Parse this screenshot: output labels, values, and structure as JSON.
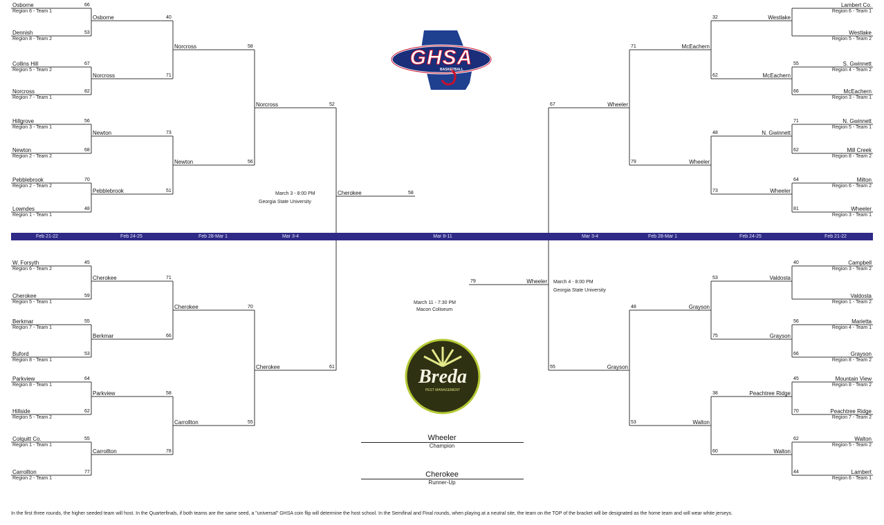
{
  "dates": [
    "Feb 21-22",
    "Feb 24-25",
    "Feb 28-Mar 1",
    "Mar 3-4",
    "Mar 8-11",
    "Mar 3-4",
    "Feb 28-Mar 1",
    "Feb 24-25",
    "Feb 21-22"
  ],
  "logos": {
    "ghsa": "GHSA",
    "ghsa_sub": "BASKETBALL",
    "breda": "Breda",
    "breda_sub": "PEST MANAGEMENT"
  },
  "left": {
    "r1": [
      {
        "name": "Osborne",
        "sub": "Region 6 - Team 1",
        "score": "66"
      },
      {
        "name": "Dennish",
        "sub": "Region 8 - Team 2",
        "score": "53"
      },
      {
        "name": "Collins Hill",
        "sub": "Region 5 - Team 2",
        "score": "67"
      },
      {
        "name": "Norcross",
        "sub": "Region 7 - Team 1",
        "score": "82"
      },
      {
        "name": "Hillgrove",
        "sub": "Region 3 - Team 1",
        "score": "56"
      },
      {
        "name": "Newton",
        "sub": "Region 2 - Team 2",
        "score": "68"
      },
      {
        "name": "Pebblebrook",
        "sub": "Region 2 - Team 2",
        "score": "70"
      },
      {
        "name": "Lowndes",
        "sub": "Region 1 - Team 1",
        "score": "48"
      },
      {
        "name": "W. Forsyth",
        "sub": "Region 6 - Team 2",
        "score": "45"
      },
      {
        "name": "Cherokee",
        "sub": "Region 5 - Team 1",
        "score": "59"
      },
      {
        "name": "Berkmar",
        "sub": "Region 7 - Team 1",
        "score": "55"
      },
      {
        "name": "Buford",
        "sub": "Region 8 - Team 1",
        "score": "53"
      },
      {
        "name": "Parkview",
        "sub": "Region 8 - Team 1",
        "score": "64"
      },
      {
        "name": "Hillside",
        "sub": "Region 5 - Team 2",
        "score": "62"
      },
      {
        "name": "Colquitt Co.",
        "sub": "Region 1 - Team 1",
        "score": "55"
      },
      {
        "name": "Carrollton",
        "sub": "Region 2 - Team 1",
        "score": "77"
      }
    ],
    "r2": [
      {
        "name": "Osborne",
        "score": "40"
      },
      {
        "name": "Norcross",
        "score": "71"
      },
      {
        "name": "Newton",
        "score": "73"
      },
      {
        "name": "Pebblebrook",
        "score": "51"
      },
      {
        "name": "Cherokee",
        "score": "71"
      },
      {
        "name": "Berkmar",
        "score": "66"
      },
      {
        "name": "Parkview",
        "score": "58"
      },
      {
        "name": "Carrollton",
        "score": "78"
      }
    ],
    "r3": [
      {
        "name": "Norcross",
        "score": "58"
      },
      {
        "name": "Newton",
        "score": "56"
      },
      {
        "name": "Cherokee",
        "score": "70"
      },
      {
        "name": "Carrollton",
        "score": "55"
      }
    ],
    "r4": [
      {
        "name": "Norcross",
        "score": "52"
      },
      {
        "name": "Cherokee",
        "score": "61"
      }
    ],
    "semi": {
      "name": "Cherokee",
      "score": "58"
    },
    "semi_note": [
      "March 3 - 8:00 PM",
      "Georgia State University"
    ]
  },
  "right": {
    "r1": [
      {
        "name": "Lambert Co.",
        "sub": "Region 6 - Team 1",
        "score": ""
      },
      {
        "name": "Westlake",
        "sub": "Region 5 - Team 2",
        "score": ""
      },
      {
        "name": "S. Gwinnett",
        "sub": "Region 4 - Team 2",
        "score": "55"
      },
      {
        "name": "McEachern",
        "sub": "Region 3 - Team 1",
        "score": "66"
      },
      {
        "name": "N. Gwinnett",
        "sub": "Region 5 - Team 1",
        "score": "71"
      },
      {
        "name": "Mill Creek",
        "sub": "Region 8 - Team 2",
        "score": "62"
      },
      {
        "name": "Milton",
        "sub": "Region 6 - Team 2",
        "score": "64"
      },
      {
        "name": "Wheeler",
        "sub": "Region 3 - Team 1",
        "score": "81"
      },
      {
        "name": "Campbell",
        "sub": "Region 3 - Team 2",
        "score": "40"
      },
      {
        "name": "Valdosta",
        "sub": "Region 1 - Team 2",
        "score": ""
      },
      {
        "name": "Marietta",
        "sub": "Region 4 - Team 1",
        "score": "56"
      },
      {
        "name": "Grayson",
        "sub": "Region 8 - Team 2",
        "score": "66"
      },
      {
        "name": "Mountain View",
        "sub": "Region 8 - Team 2",
        "score": "45"
      },
      {
        "name": "Peachtree Ridge",
        "sub": "Region 7 - Team 2",
        "score": "70"
      },
      {
        "name": "Walton",
        "sub": "Region 5 - Team 2",
        "score": "62"
      },
      {
        "name": "Lambert",
        "sub": "Region 6 - Team 1",
        "score": "44"
      }
    ],
    "r2": [
      {
        "name": "Westlake",
        "score": "32"
      },
      {
        "name": "McEachern",
        "score": "62"
      },
      {
        "name": "N. Gwinnett",
        "score": "48"
      },
      {
        "name": "Wheeler",
        "score": "73"
      },
      {
        "name": "Valdosta",
        "score": "53"
      },
      {
        "name": "Grayson",
        "score": "75"
      },
      {
        "name": "Peachtree Ridge",
        "score": "38"
      },
      {
        "name": "Walton",
        "score": "60"
      }
    ],
    "r3": [
      {
        "name": "McEachern",
        "score": "71"
      },
      {
        "name": "Wheeler",
        "score": "79"
      },
      {
        "name": "Grayson",
        "score": "48"
      },
      {
        "name": "Walton",
        "score": "53"
      }
    ],
    "r4": [
      {
        "name": "Wheeler",
        "score": "67"
      },
      {
        "name": "Grayson",
        "score": "55"
      }
    ],
    "semi": {
      "name": "Wheeler",
      "score": "79"
    },
    "semi_note": [
      "March 4 - 8:00 PM",
      "Georgia State University"
    ]
  },
  "final_note": [
    "March 11 - 7:30 PM",
    "Macon Coliseum"
  ],
  "champion": {
    "name": "Wheeler",
    "label": "Champion"
  },
  "runnerup": {
    "name": "Cherokee",
    "label": "Runner-Up"
  },
  "footer": "In the first three rounds, the higher seeded team will host. In the Quarterfinals, if both teams are the same seed, a \"universal\" GHSA coin flip will determine the host school. In the Semifinal and Final rounds, when playing at a neutral site, the team on the TOP of the bracket will be designated as the home team and will wear white jerseys."
}
